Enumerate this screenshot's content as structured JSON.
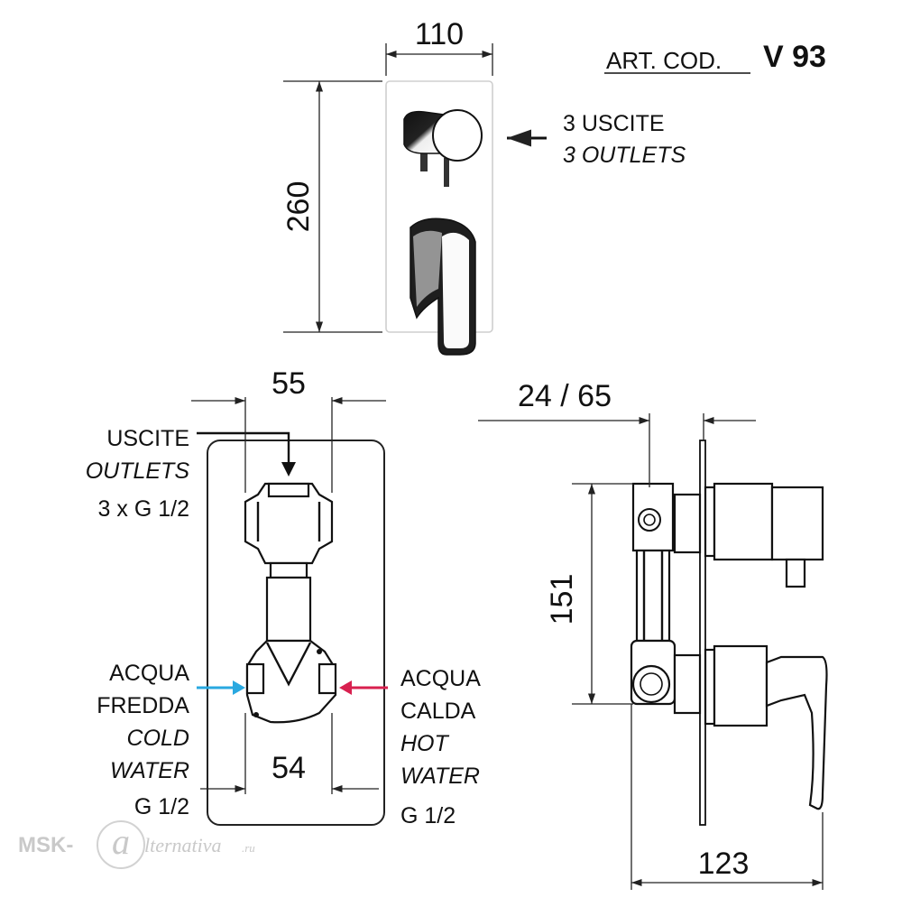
{
  "header": {
    "art_label": "ART. COD.",
    "art_code": "V 93"
  },
  "front_view": {
    "width_dim": "110",
    "height_dim": "260",
    "outlets_it": "3 USCITE",
    "outlets_en": "3 OUTLETS"
  },
  "body_view": {
    "top_dim": "55",
    "bottom_dim": "54",
    "outlets_label_it": "USCITE",
    "outlets_label_en": "OUTLETS",
    "outlets_spec": "3 x G 1/2",
    "cold_it_1": "ACQUA",
    "cold_it_2": "FREDDA",
    "cold_en_1": "COLD",
    "cold_en_2": "WATER",
    "cold_spec": "G 1/2",
    "hot_it_1": "ACQUA",
    "hot_it_2": "CALDA",
    "hot_en_1": "HOT",
    "hot_en_2": "WATER",
    "hot_spec": "G 1/2",
    "cold_color": "#29a8e0",
    "hot_color": "#d8204f"
  },
  "side_view": {
    "depth_dim": "24 / 65",
    "height_dim": "151",
    "width_dim": "123"
  },
  "watermark": {
    "prefix": "MSK-",
    "logo_letter": "a",
    "suffix": "lternativa",
    "domain": ".ru"
  }
}
